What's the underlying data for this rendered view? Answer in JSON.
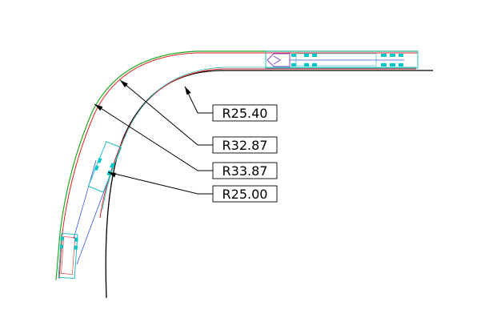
{
  "drawing": {
    "dimensions": [
      {
        "id": "r1",
        "label": "R25.40"
      },
      {
        "id": "r2",
        "label": "R32.87"
      },
      {
        "id": "r3",
        "label": "R33.87"
      },
      {
        "id": "r4",
        "label": "R25.00"
      }
    ],
    "colors": {
      "road_edge": "#000000",
      "outer_envelope": "#22aa22",
      "red_path": "#dd2222",
      "vehicle_outline": "#22bbbb",
      "wheels": "#00c8c8",
      "cab_outline": "#8844cc",
      "tow_bar": "#3355dd"
    }
  }
}
